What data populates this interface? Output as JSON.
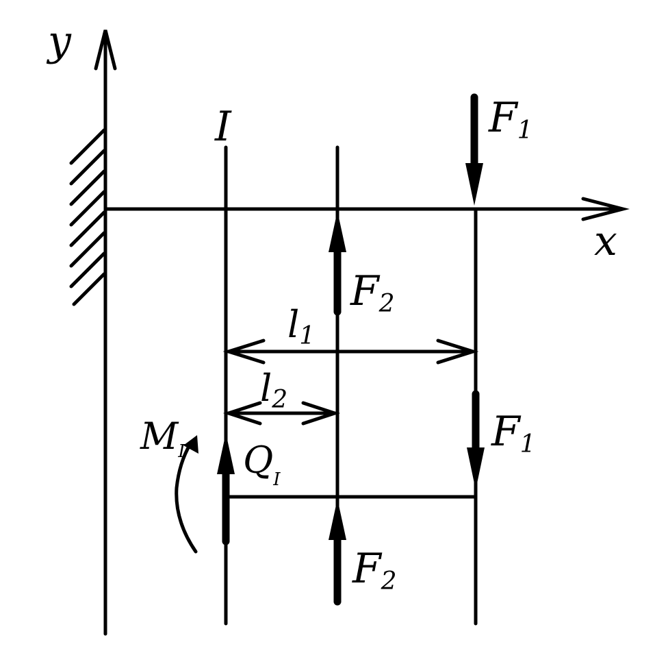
{
  "axes": {
    "y": "y",
    "x": "x"
  },
  "section": {
    "label": "I"
  },
  "forces": {
    "f1": {
      "base": "F",
      "sub": "1"
    },
    "f2": {
      "base": "F",
      "sub": "2"
    }
  },
  "lengths": {
    "l1": {
      "base": "l",
      "sub": "1"
    },
    "l2": {
      "base": "l",
      "sub": "2"
    }
  },
  "internal": {
    "moment": {
      "base": "M",
      "sub": "I"
    },
    "shear": {
      "base": "Q",
      "sub": "I"
    }
  }
}
